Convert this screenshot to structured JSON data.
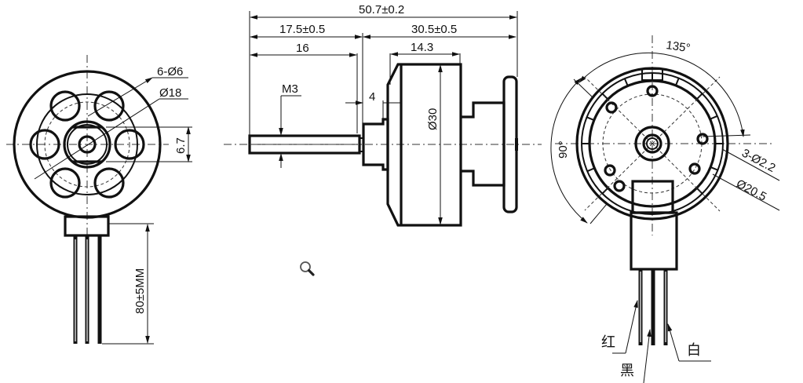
{
  "drawing": {
    "title": "Brushless outrunner motor dimension drawing",
    "line_color": "#111111",
    "background": "#ffffff"
  },
  "front_view": {
    "labels": {
      "holes": "6-Ø6",
      "bolt_circle": "Ø18",
      "flat_width": "6.7",
      "lead_length": "80±5MM"
    }
  },
  "side_view": {
    "labels": {
      "overall_length": "50.7±0.2",
      "shaft_section": "17.5±0.5",
      "body_section": "30.5±0.5",
      "shaft_length": "16",
      "can_length": "14.3",
      "thread": "M3",
      "step": "4",
      "can_diameter": "Ø30"
    }
  },
  "rear_view": {
    "labels": {
      "angle_a": "135°",
      "angle_b": "90°",
      "mount_holes": "3-Ø2.2",
      "mount_circle": "Ø20.5",
      "wire_red": "红",
      "wire_black": "黑",
      "wire_white": "白"
    }
  },
  "viewer": {
    "zoom_icon": "magnifier-icon"
  }
}
